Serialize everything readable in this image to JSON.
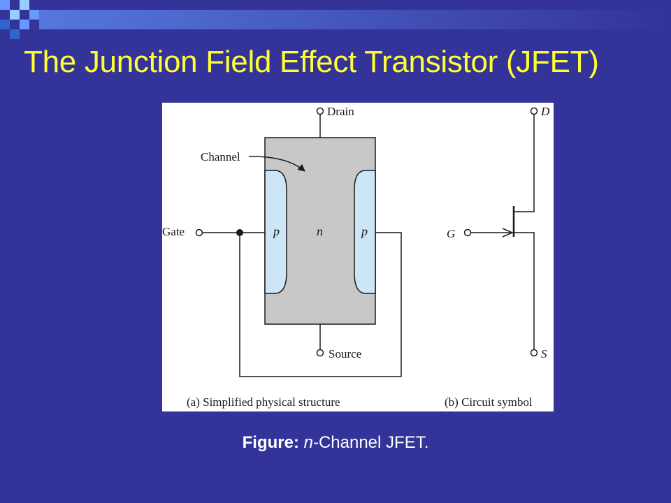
{
  "slide": {
    "title": "The Junction Field Effect Transistor (JFET)",
    "background_color": "#333399",
    "title_color": "#ffff33",
    "corner_decoration": "blue-square-pattern"
  },
  "diagram": {
    "labels": {
      "drain": "Drain",
      "channel": "Channel",
      "gate": "Gate",
      "p_left": "p",
      "n": "n",
      "p_right": "p",
      "source": "Source",
      "symbol_d": "D",
      "symbol_g": "G",
      "symbol_s": "S"
    },
    "sublabels": {
      "a": "(a) Simplified physical structure",
      "b": "(b) Circuit symbol"
    },
    "colors": {
      "channel_fill": "#c8c8c8",
      "p_region_fill": "#cce6f8"
    }
  },
  "caption": {
    "label": "Figure:",
    "italic": "n",
    "rest": "-Channel JFET."
  }
}
